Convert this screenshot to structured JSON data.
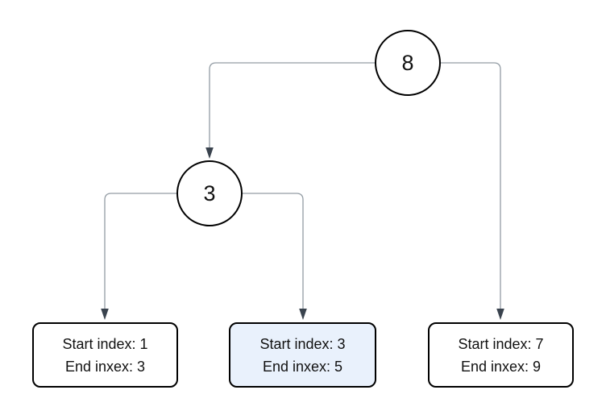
{
  "colors": {
    "background": "#ffffff",
    "node_border": "#000000",
    "node_fill": "#ffffff",
    "highlight_fill": "#e9f1fc",
    "edge_line": "#939ca4",
    "arrowhead": "#3a434e",
    "text": "#111111"
  },
  "tree": {
    "root": {
      "label": "8"
    },
    "internal": {
      "label": "3"
    },
    "leaves": [
      {
        "line1": "Start index: 1",
        "line2": "End inxex: 3",
        "highlighted": false
      },
      {
        "line1": "Start index: 3",
        "line2": "End inxex: 5",
        "highlighted": true
      },
      {
        "line1": "Start index: 7",
        "line2": "End inxex: 9",
        "highlighted": false
      }
    ]
  }
}
